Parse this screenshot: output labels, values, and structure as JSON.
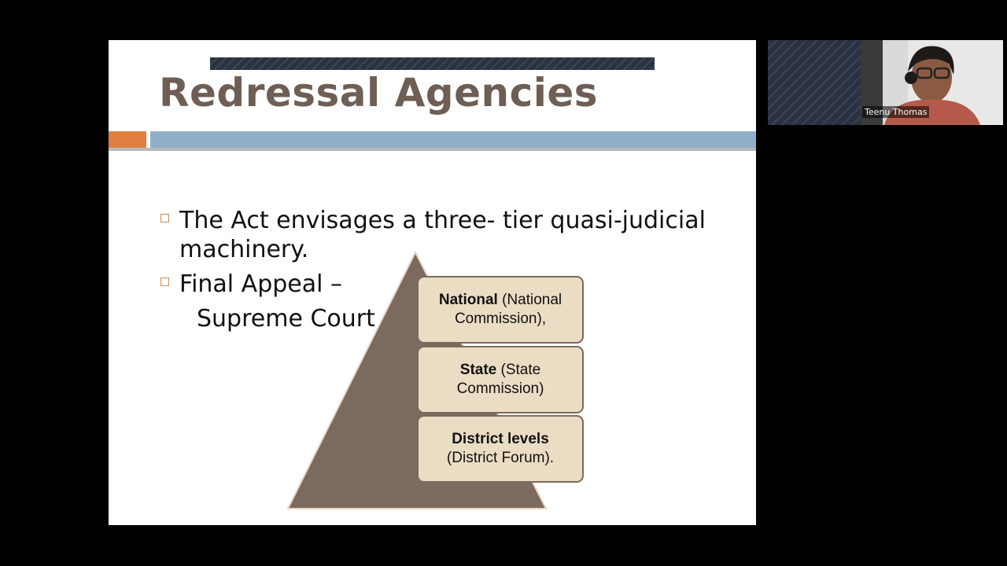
{
  "slide": {
    "title": "Redressal Agencies",
    "bullets": [
      {
        "line1": "The Act envisages a three- tier quasi-judicial",
        "line2": "machinery."
      },
      {
        "line1": "Final Appeal –",
        "line2": "Supreme Court"
      }
    ],
    "tiers": [
      {
        "bold": "National",
        "rest1": " (National",
        "rest2": "Commission),"
      },
      {
        "bold": "State",
        "rest1": " (State",
        "rest2": "Commission)"
      },
      {
        "bold": "District levels",
        "rest1": "",
        "rest2": "(District Forum)."
      }
    ],
    "colors": {
      "title": "#6e5e54",
      "accent_orange": "#e07f40",
      "accent_blue": "#8fb0c8",
      "pyramid": "#7c6a5e",
      "tier_fill": "#ebdcc4"
    }
  },
  "participant": {
    "name": "Teenu Thomas"
  }
}
